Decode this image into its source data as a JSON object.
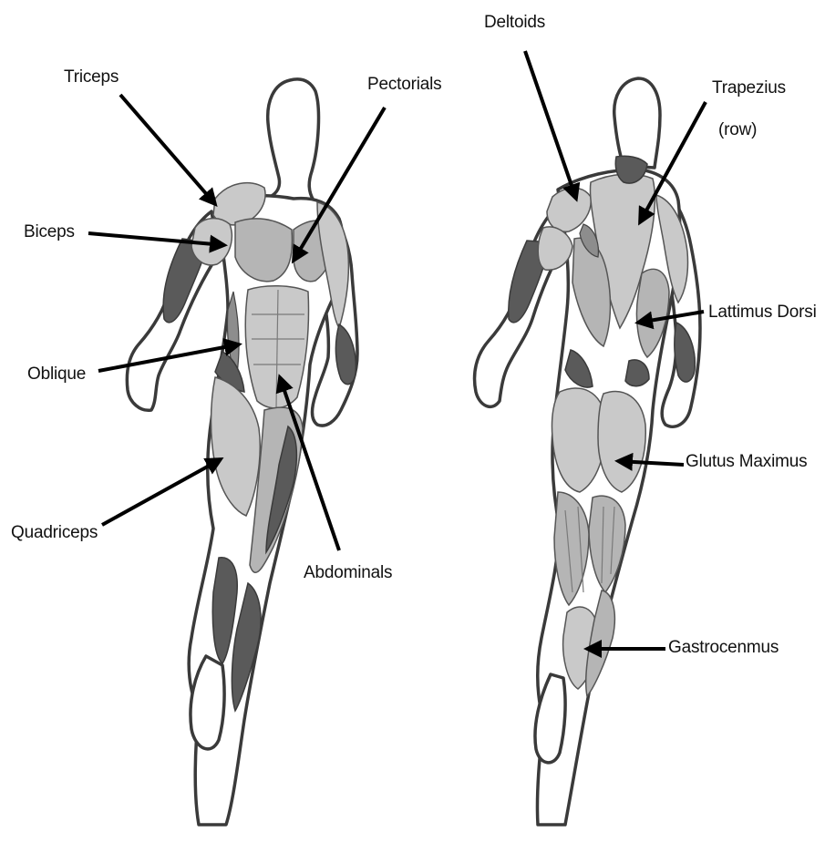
{
  "labels": {
    "triceps": "Triceps",
    "biceps": "Biceps",
    "oblique": "Oblique",
    "quadriceps": "Quadriceps",
    "pectorials": "Pectorials",
    "abdominals": "Abdominals",
    "deltoids": "Deltoids",
    "trapezius_line1": "Trapezius",
    "trapezius_line2": "(row)",
    "lattimus_dorsi": "Lattimus Dorsi",
    "glutus_maximus": "Glutus Maximus",
    "gastrocenmus": "Gastrocenmus"
  },
  "colors": {
    "muscle_light": "#c9c9c9",
    "muscle_dark": "#5a5a5a",
    "outline": "#3a3a3a",
    "arrow": "#000000"
  }
}
